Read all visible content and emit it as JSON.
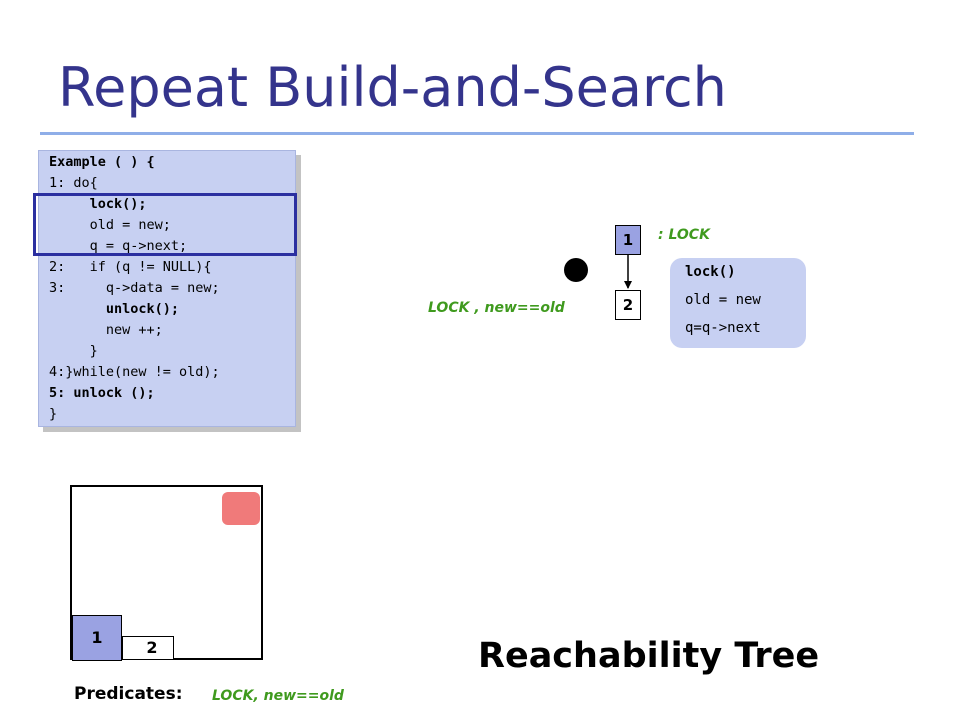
{
  "slide": {
    "title": "Repeat Build-and-Search"
  },
  "code": {
    "lines": [
      "Example ( ) {",
      "1: do{",
      "     lock();",
      "     old = new;",
      "     q = q->next;",
      "2:   if (q != NULL){",
      "3:     q->data = new;",
      "       unlock();",
      "       new ++;",
      "     }",
      "4:}while(new != old);",
      "5: unlock ();",
      "}"
    ]
  },
  "tree": {
    "node_1": "1",
    "node_2": "2",
    "node_1_predicate": ": LOCK",
    "node_2_predicate": "LOCK , new==old",
    "edge_ops": [
      "lock()",
      "old = new",
      "q=q->next"
    ]
  },
  "abstract_region": {
    "node_1": "1",
    "node_2": "2"
  },
  "footer": {
    "reachability_title": "Reachability Tree",
    "predicates_label": "Predicates:",
    "predicates_values": "LOCK, new==old"
  },
  "colors": {
    "title": "#34348c",
    "rule": "#8faee8",
    "code_panel": "#c7d0f2",
    "highlight_border": "#2b2fa0",
    "node_fill": "#9aa2e2",
    "predicate_green": "#3f9a1e",
    "error_state": "#f07a7a"
  }
}
